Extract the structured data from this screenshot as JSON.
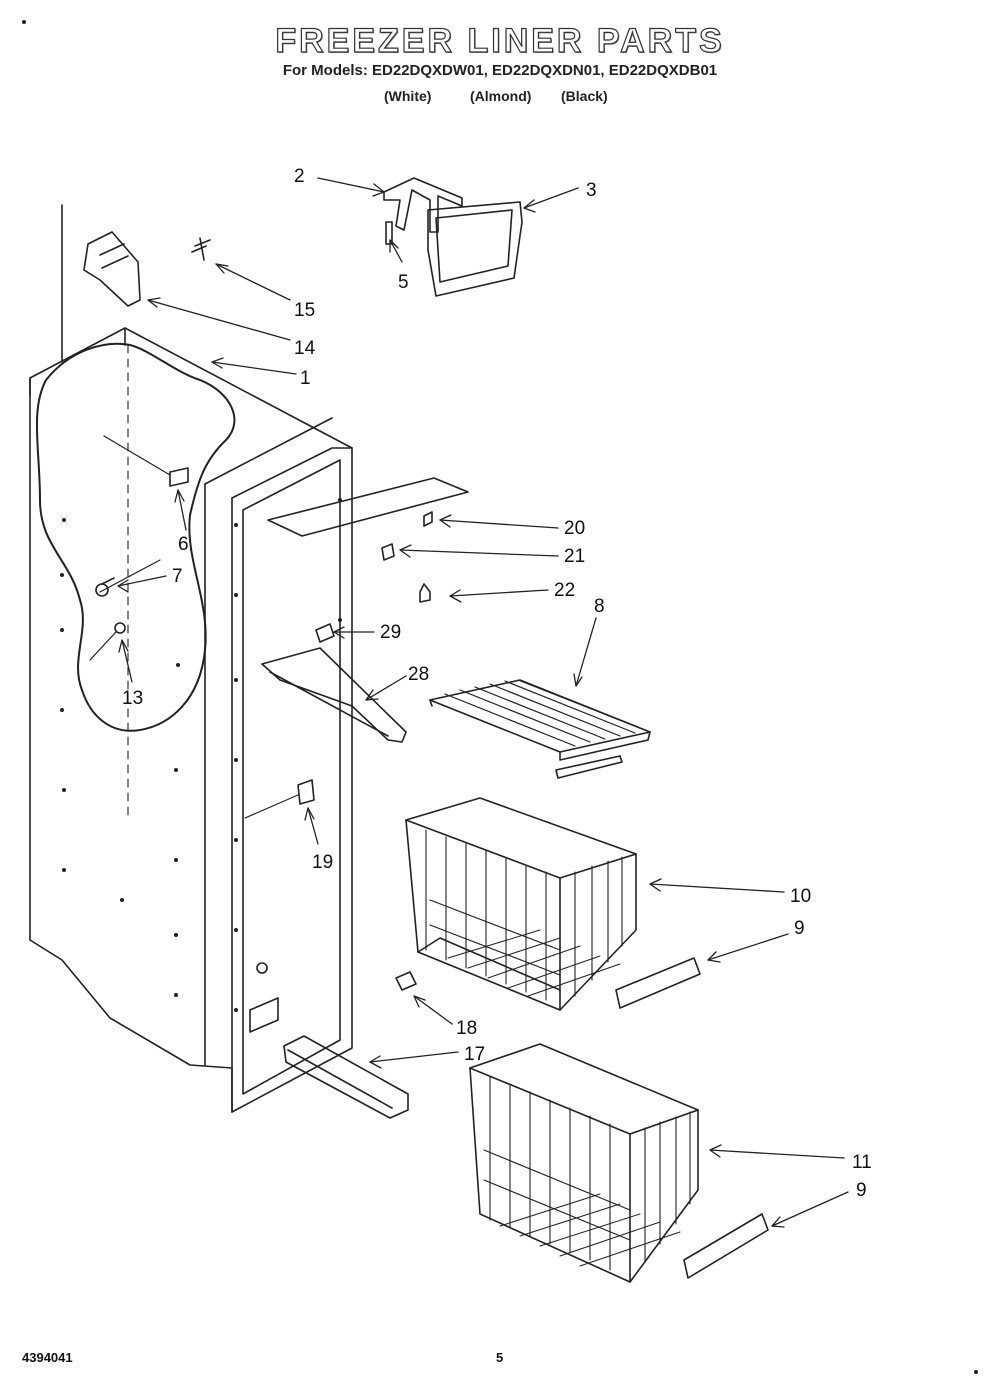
{
  "header": {
    "title": "FREEZER LINER PARTS",
    "models_line": "For Models: ED22DQXDW01, ED22DQXDN01, ED22DQXDB01",
    "color_white": "(White)",
    "color_almond": "(Almond)",
    "color_black": "(Black)"
  },
  "footer": {
    "doc_code": "4394041",
    "page_number": "5"
  },
  "callouts": {
    "c1": "1",
    "c2": "2",
    "c3": "3",
    "c5": "5",
    "c6": "6",
    "c7": "7",
    "c8": "8",
    "c9a": "9",
    "c9b": "9",
    "c10": "10",
    "c11": "11",
    "c13": "13",
    "c14": "14",
    "c15": "15",
    "c17": "17",
    "c18": "18",
    "c19": "19",
    "c20": "20",
    "c21": "21",
    "c22": "22",
    "c28": "28",
    "c29": "29"
  }
}
